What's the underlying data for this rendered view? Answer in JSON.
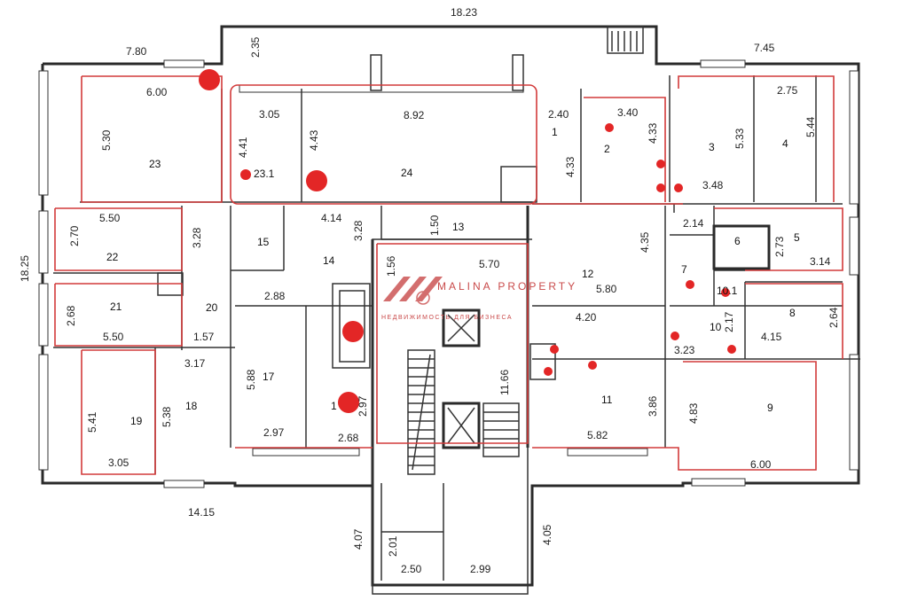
{
  "dimensions": {
    "top_total": "18.23",
    "top_left": "7.80",
    "top_right": "7.45",
    "top_mid": "2.35",
    "left_total": "18.25",
    "bottom_left": "14.15",
    "stair_left": "4.07",
    "stair_right": "4.05",
    "stair_2_01": "2.01",
    "stair_2_50": "2.50",
    "stair_2_99": "2.99",
    "d_6_00_top": "6.00",
    "d_5_30": "5.30",
    "d_3_05_top": "3.05",
    "d_4_41": "4.41",
    "d_4_43": "4.43",
    "d_8_92": "8.92",
    "d_2_40": "2.40",
    "d_3_40": "3.40",
    "d_4_33_a": "4.33",
    "d_4_33_b": "4.33",
    "d_5_33": "5.33",
    "d_2_75": "2.75",
    "d_5_44": "5.44",
    "d_3_48": "3.48",
    "d_5_50_a": "5.50",
    "d_2_70": "2.70",
    "d_3_28_a": "3.28",
    "d_4_14": "4.14",
    "d_3_28_b": "3.28",
    "d_1_50": "1.50",
    "d_2_14": "2.14",
    "d_2_73": "2.73",
    "d_3_14": "3.14",
    "d_4_35": "4.35",
    "d_5_80": "5.80",
    "d_1_56": "1.56",
    "d_5_70": "5.70",
    "d_2_88": "2.88",
    "d_2_68_a": "2.68",
    "d_5_50_b": "5.50",
    "d_1_57": "1.57",
    "d_3_17": "3.17",
    "d_4_20": "4.20",
    "d_2_17": "2.17",
    "d_2_64": "2.64",
    "d_4_15": "4.15",
    "d_3_23": "3.23",
    "d_11_66": "11.66",
    "d_5_41": "5.41",
    "d_5_38": "5.38",
    "d_5_88": "5.88",
    "d_2_97_a": "2.97",
    "d_2_97_b": "2.97",
    "d_2_68_b": "2.68",
    "d_3_05_bot": "3.05",
    "d_3_86": "3.86",
    "d_5_82": "5.82",
    "d_4_83": "4.83",
    "d_6_00_bot": "6.00"
  },
  "rooms": {
    "r1": "1",
    "r2": "2",
    "r3": "3",
    "r4": "4",
    "r5": "5",
    "r6": "6",
    "r7": "7",
    "r8": "8",
    "r9": "9",
    "r10": "10",
    "r10_1": "10.1",
    "r11": "11",
    "r12": "12",
    "r13": "13",
    "r14": "14",
    "r15": "15",
    "r16": "1",
    "r17": "17",
    "r18": "18",
    "r19": "19",
    "r20": "20",
    "r21": "21",
    "r22": "22",
    "r23": "23",
    "r23_1": "23.1",
    "r24": "24"
  },
  "logo": {
    "name": "MALINA PROPERTY",
    "tagline": "НЕДВИЖИМОСТЬ ДЛЯ БИЗНЕСА"
  },
  "colors": {
    "wall": "#2a2a2a",
    "highlight": "#d23a3a",
    "marker": "#e32626"
  },
  "icons": [
    "malina-logo-icon",
    "elevator-icon",
    "staircase-icon"
  ]
}
